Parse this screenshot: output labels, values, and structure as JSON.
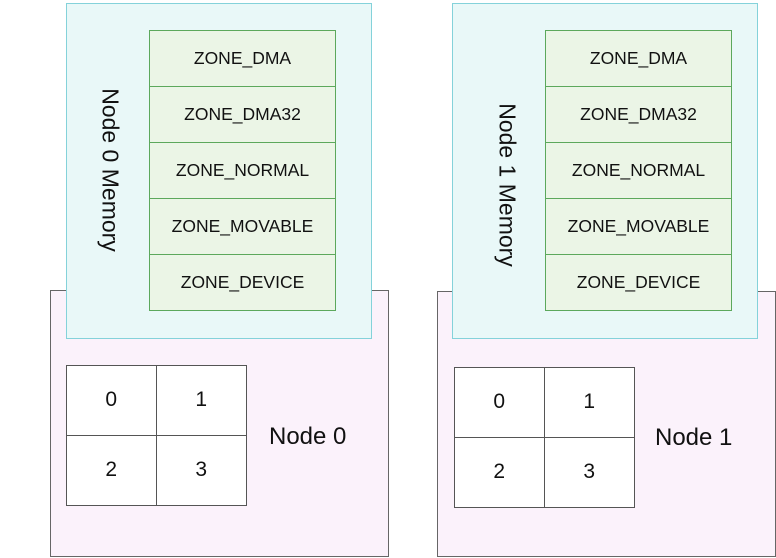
{
  "colors": {
    "node_fill": "#fbf2fb",
    "memory_fill": "#e9f8f8",
    "memory_border": "#84d2da",
    "zone_fill": "#ebf5e6",
    "zone_border": "#5ca85c"
  },
  "nodes": [
    {
      "label": "Node 0",
      "memory_label": "Node 0 Memory",
      "zones": [
        "ZONE_DMA",
        "ZONE_DMA32",
        "ZONE_NORMAL",
        "ZONE_MOVABLE",
        "ZONE_DEVICE"
      ],
      "cpus": [
        "0",
        "1",
        "2",
        "3"
      ]
    },
    {
      "label": "Node 1",
      "memory_label": "Node 1 Memory",
      "zones": [
        "ZONE_DMA",
        "ZONE_DMA32",
        "ZONE_NORMAL",
        "ZONE_MOVABLE",
        "ZONE_DEVICE"
      ],
      "cpus": [
        "0",
        "1",
        "2",
        "3"
      ]
    }
  ]
}
